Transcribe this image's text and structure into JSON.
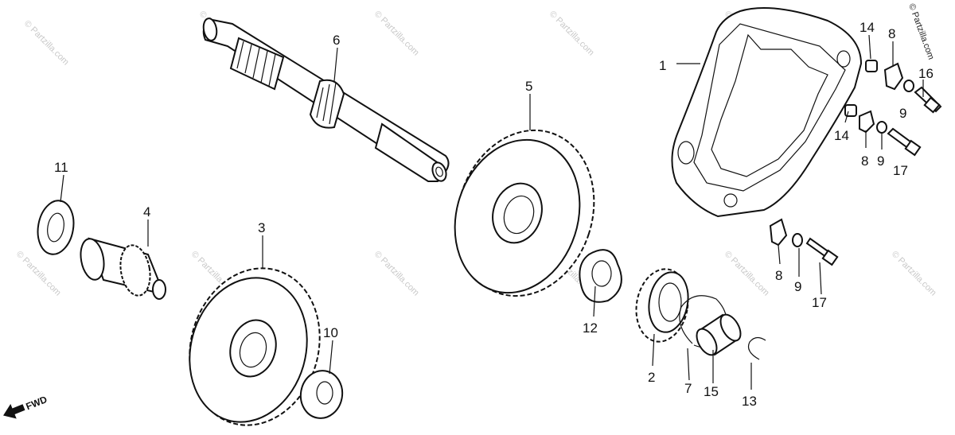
{
  "copyright": "© Partzilla.com",
  "watermark": "© Partzilla.com",
  "direction_label": "FWD",
  "callouts": [
    {
      "id": "c1",
      "text": "1"
    },
    {
      "id": "c2",
      "text": "2"
    },
    {
      "id": "c3",
      "text": "3"
    },
    {
      "id": "c4",
      "text": "4"
    },
    {
      "id": "c5",
      "text": "5"
    },
    {
      "id": "c6",
      "text": "6"
    },
    {
      "id": "c7",
      "text": "7"
    },
    {
      "id": "c8a",
      "text": "8"
    },
    {
      "id": "c8b",
      "text": "8"
    },
    {
      "id": "c8c",
      "text": "8"
    },
    {
      "id": "c9a",
      "text": "9"
    },
    {
      "id": "c9b",
      "text": "9"
    },
    {
      "id": "c9c",
      "text": "9"
    },
    {
      "id": "c10",
      "text": "10"
    },
    {
      "id": "c11",
      "text": "11"
    },
    {
      "id": "c12",
      "text": "12"
    },
    {
      "id": "c13",
      "text": "13"
    },
    {
      "id": "c14a",
      "text": "14"
    },
    {
      "id": "c14b",
      "text": "14"
    },
    {
      "id": "c15",
      "text": "15"
    },
    {
      "id": "c16",
      "text": "16"
    },
    {
      "id": "c17a",
      "text": "17"
    },
    {
      "id": "c17b",
      "text": "17"
    }
  ]
}
